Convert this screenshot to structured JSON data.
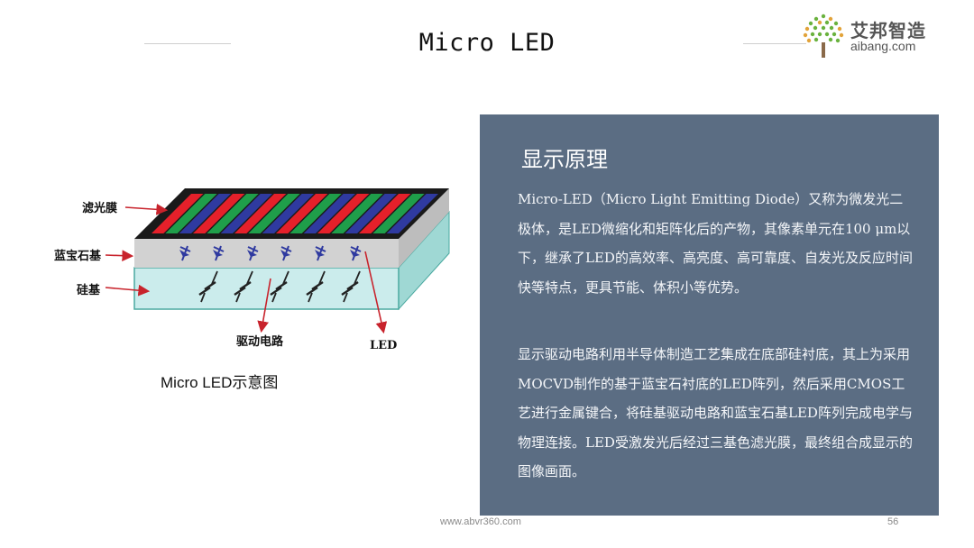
{
  "header": {
    "title": "Micro LED",
    "logo": {
      "name_cn": "艾邦智造",
      "name_en": "aibang.com",
      "icon": "tree-dots-logo",
      "colors": [
        "#6ab23e",
        "#e2a33a",
        "#8a6a4a"
      ]
    }
  },
  "diagram": {
    "labels": {
      "filter": "滤光膜",
      "sapphire": "蓝宝石基",
      "silicon": "硅基",
      "driver": "驱动电路",
      "led": "LED"
    },
    "colors": {
      "stripe_red": "#e5202a",
      "stripe_green": "#1f9e4a",
      "stripe_blue": "#2f3aa0",
      "filter_frame": "#1a1a1a",
      "sapphire_face": "#d2d2d2",
      "silicon_face": "#cbecec",
      "arrow": "#c8232c"
    },
    "caption": "Micro LED示意图"
  },
  "panel": {
    "background": "#5b6d83",
    "title": "显示原理",
    "paragraphs": [
      "Micro-LED（Micro Light Emitting Diode）又称为微发光二极体，是LED微缩化和矩阵化后的产物，其像素单元在100 μm以下，继承了LED的高效率、高亮度、高可靠度、自发光及反应时间快等特点，更具节能、体积小等优势。",
      "显示驱动电路利用半导体制造工艺集成在底部硅衬底，其上为采用MOCVD制作的基于蓝宝石衬底的LED阵列，然后采用CMOS工艺进行金属键合，将硅基驱动电路和蓝宝石基LED阵列完成电学与物理连接。LED受激发光后经过三基色滤光膜，最终组合成显示的图像画面。"
    ]
  },
  "footer": {
    "url": "www.abvr360.com",
    "page": "56"
  }
}
